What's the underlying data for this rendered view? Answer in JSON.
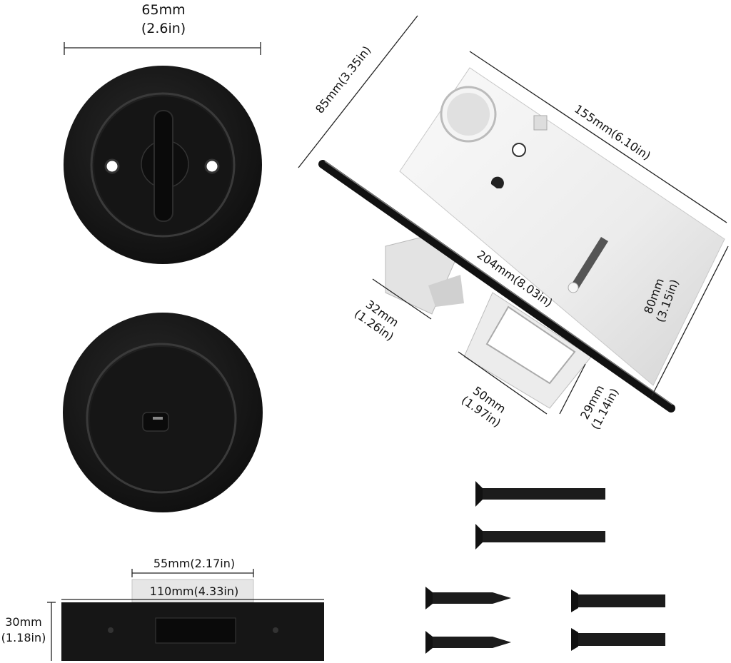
{
  "colors": {
    "finish_black": "#141414",
    "chrome": "#e6e6e6",
    "dim_line": "#222222"
  },
  "dimensions": {
    "handle_diameter": {
      "line1": "65mm",
      "line2": "(2.6in)"
    },
    "lock_height": "85mm(3.35in)",
    "lock_length": "155mm(6.10in)",
    "faceplate_length": "204mm(8.03in)",
    "backset": {
      "line1": "80mm",
      "line2": "(3.15in)"
    },
    "latch_length": {
      "line1": "32mm",
      "line2": "(1.26in)"
    },
    "strike_width": {
      "line1": "50mm",
      "line2": "(1.97in)"
    },
    "faceplate_width": {
      "line1": "29mm",
      "line2": "(1.14in)"
    },
    "edge_pull_inner": "55mm(2.17in)",
    "edge_pull_length": "110mm(4.33in)",
    "edge_pull_height": {
      "line1": "30mm",
      "line2": "(1.18in)"
    }
  },
  "parts": [
    "privacy-thumbturn",
    "emergency-release-cup",
    "mortise-lock-body",
    "strike-plate",
    "edge-pull",
    "machine-screws",
    "wood-screws"
  ]
}
